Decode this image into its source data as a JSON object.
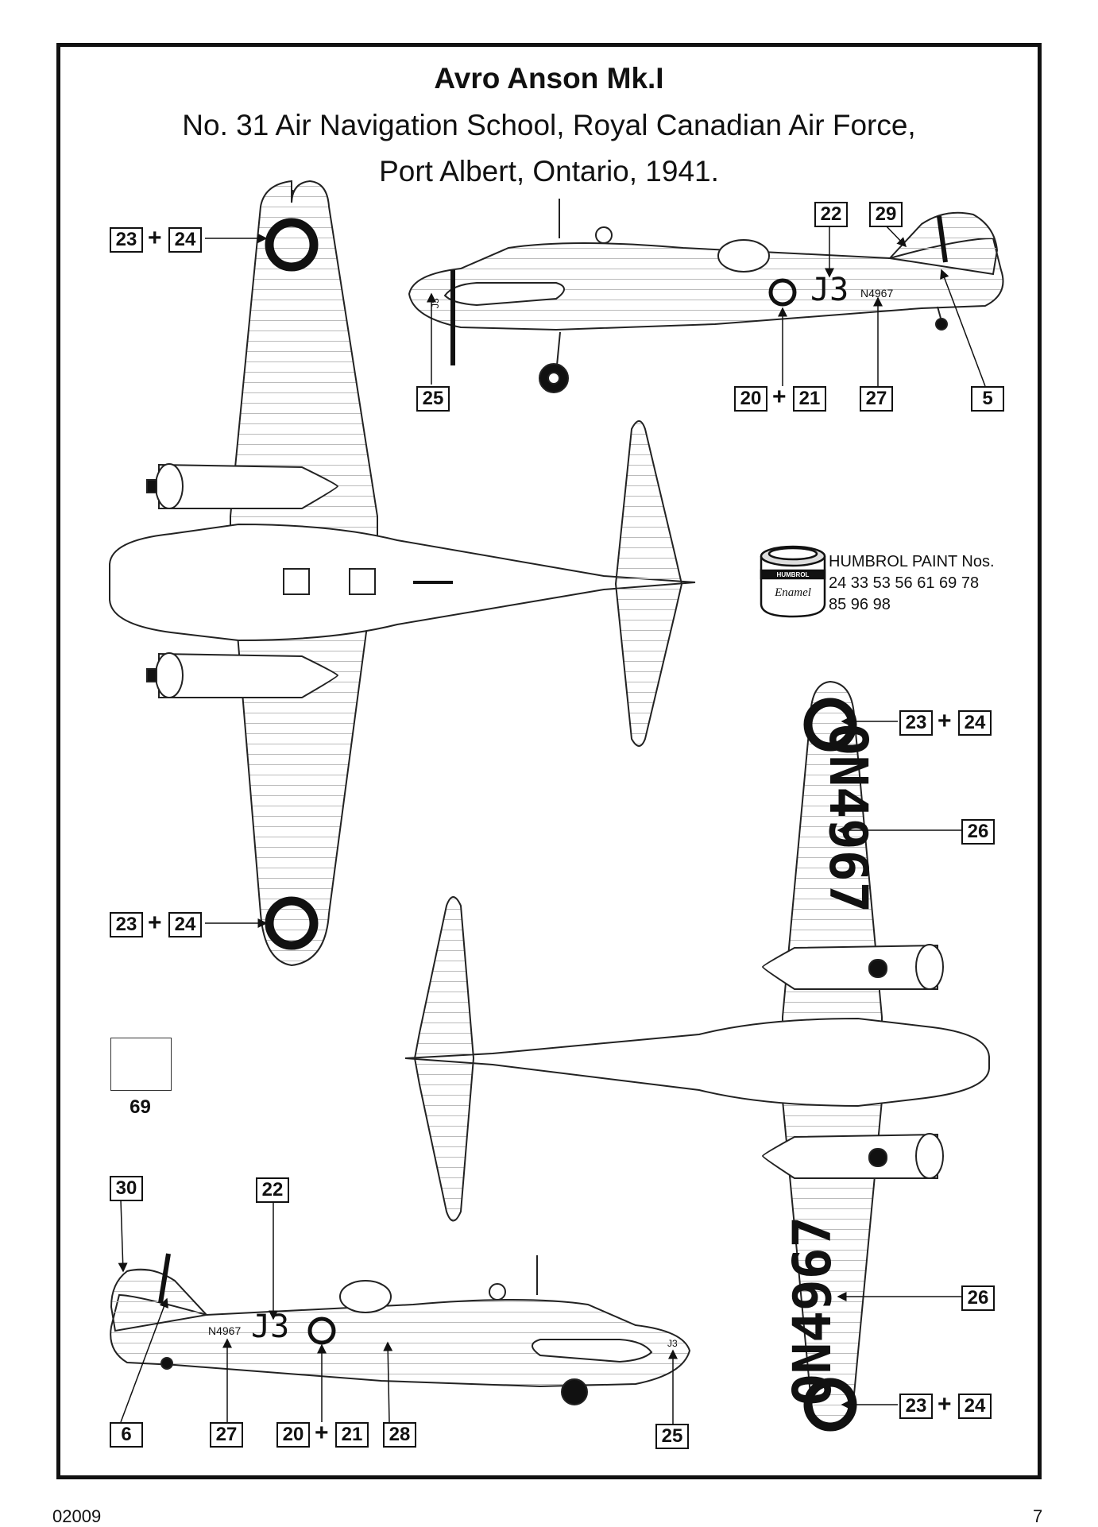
{
  "header": {
    "title": "Avro Anson Mk.I",
    "subtitle_line1": "No. 31 Air Navigation School, Royal Canadian Air Force,",
    "subtitle_line2": "Port Albert, Ontario, 1941."
  },
  "paint": {
    "label": "HUMBROL PAINT Nos.",
    "line1": "24 33 53 56 61 69 78",
    "line2": "85 96 98",
    "tin_text_top": "HUMBROL",
    "tin_text_bottom": "Enamel"
  },
  "markings": {
    "code": "J3",
    "serial": "N4967",
    "serial_wing_top": "ON4967",
    "serial_wing_bottom": "ON4967"
  },
  "callouts": {
    "c23": "23",
    "c24": "24",
    "c22": "22",
    "c29": "29",
    "c25": "25",
    "c20": "20",
    "c21": "21",
    "c27": "27",
    "c5": "5",
    "c26": "26",
    "c30": "30",
    "c6": "6",
    "c28": "28",
    "plus": "+"
  },
  "swatch": {
    "label": "69"
  },
  "footer": {
    "code": "02009",
    "page": "7"
  }
}
